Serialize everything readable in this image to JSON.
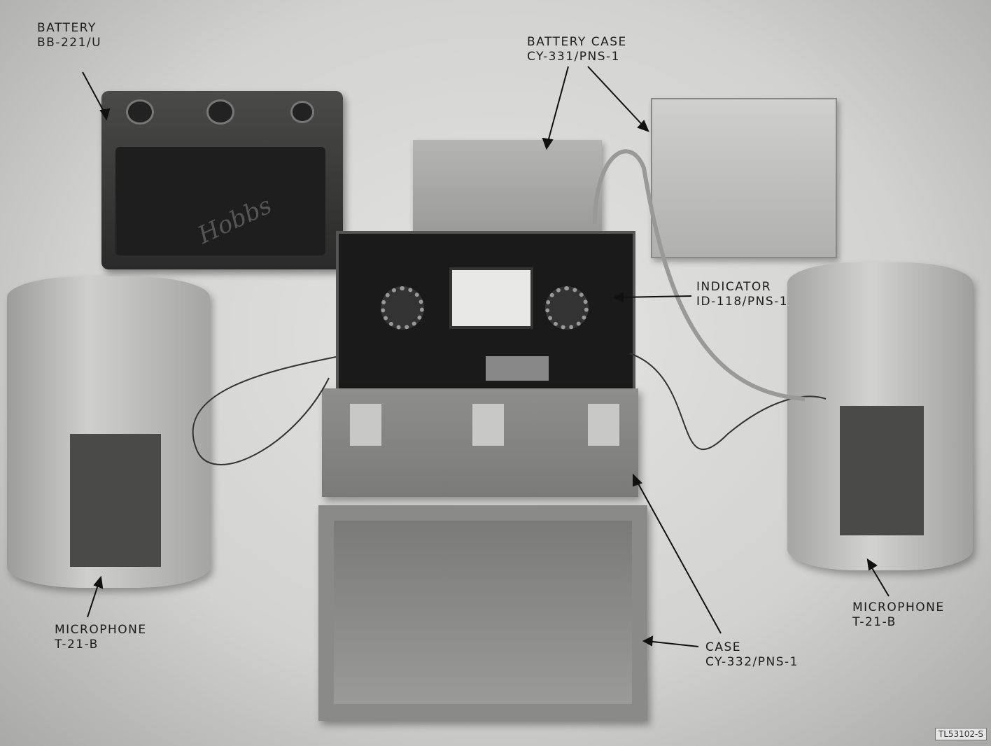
{
  "figure": {
    "labels": {
      "battery": {
        "line1": "BATTERY",
        "line2": "BB-221/U"
      },
      "battery_case": {
        "line1": "BATTERY CASE",
        "line2": "CY-331/PNS-1"
      },
      "indicator": {
        "line1": "INDICATOR",
        "line2": "ID-118/PNS-1"
      },
      "microphone_left": {
        "line1": "MICROPHONE",
        "line2": "T-21-B"
      },
      "microphone_right": {
        "line1": "MICROPHONE",
        "line2": "T-21-B"
      },
      "case": {
        "line1": "CASE",
        "line2": "CY-332/PNS-1"
      }
    },
    "battery_brand": "Hobbs",
    "figure_id": "TL53102-S"
  }
}
